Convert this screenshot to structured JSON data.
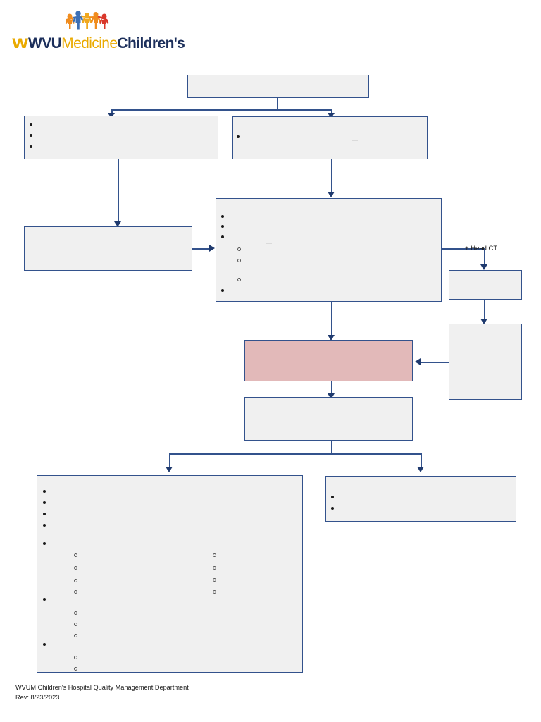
{
  "document": {
    "type": "clinical-flowchart",
    "organization": "WVU Medicine Children's",
    "colors": {
      "node_border": "#33528C",
      "node_fill": "#F0F0F0",
      "accent_node_fill": "#E2B9B9",
      "connector": "#33528C",
      "arrowhead": "#1F3A6E",
      "logo_navy": "#1C2F5B",
      "logo_gold": "#EAAA00",
      "logo_orange": "#F08C1E",
      "logo_blue": "#3C6FB5",
      "logo_red": "#D9372A"
    }
  },
  "logo": {
    "mark": "flying-wv-logo",
    "wvu": "WVU",
    "medicine": "Medicine",
    "childrens": "Children's"
  },
  "nodes": [
    {
      "id": "n1",
      "name": "top-entry-box",
      "text": "",
      "bullets": 0,
      "subbullets": 0
    },
    {
      "id": "n2",
      "name": "left-criteria-box",
      "text": "",
      "bullets": 3,
      "subbullets": 0
    },
    {
      "id": "n3",
      "name": "right-criteria-box",
      "text": "—",
      "bullets": 1,
      "subbullets": 0
    },
    {
      "id": "n4",
      "name": "left-action-box",
      "text": "",
      "bullets": 0,
      "subbullets": 0
    },
    {
      "id": "n5",
      "name": "assessment-box",
      "text": "—",
      "bullets": 4,
      "subbullets": 3
    },
    {
      "id": "n6",
      "name": "highlighted-decision-box",
      "text": "",
      "bullets": 0,
      "subbullets": 0,
      "accent": true
    },
    {
      "id": "n7",
      "name": "post-decision-box",
      "text": "",
      "bullets": 0,
      "subbullets": 0
    },
    {
      "id": "n8",
      "name": "head-ct-box",
      "text": "",
      "bullets": 0,
      "subbullets": 0
    },
    {
      "id": "n9",
      "name": "imaging-result-box",
      "text": "",
      "bullets": 0,
      "subbullets": 0
    },
    {
      "id": "n10",
      "name": "disposition-detail-box",
      "text": "",
      "bullets": 8,
      "subbullets": 13
    },
    {
      "id": "n11",
      "name": "discharge-box",
      "text": "",
      "bullets": 2,
      "subbullets": 0
    }
  ],
  "edge_labels": [
    {
      "name": "head-ct-edge-label",
      "text": "+ Head CT"
    }
  ],
  "footer": {
    "line1": "WVUM Children's Hospital Quality Management Department",
    "line2": "Rev: 8/23/2023"
  }
}
